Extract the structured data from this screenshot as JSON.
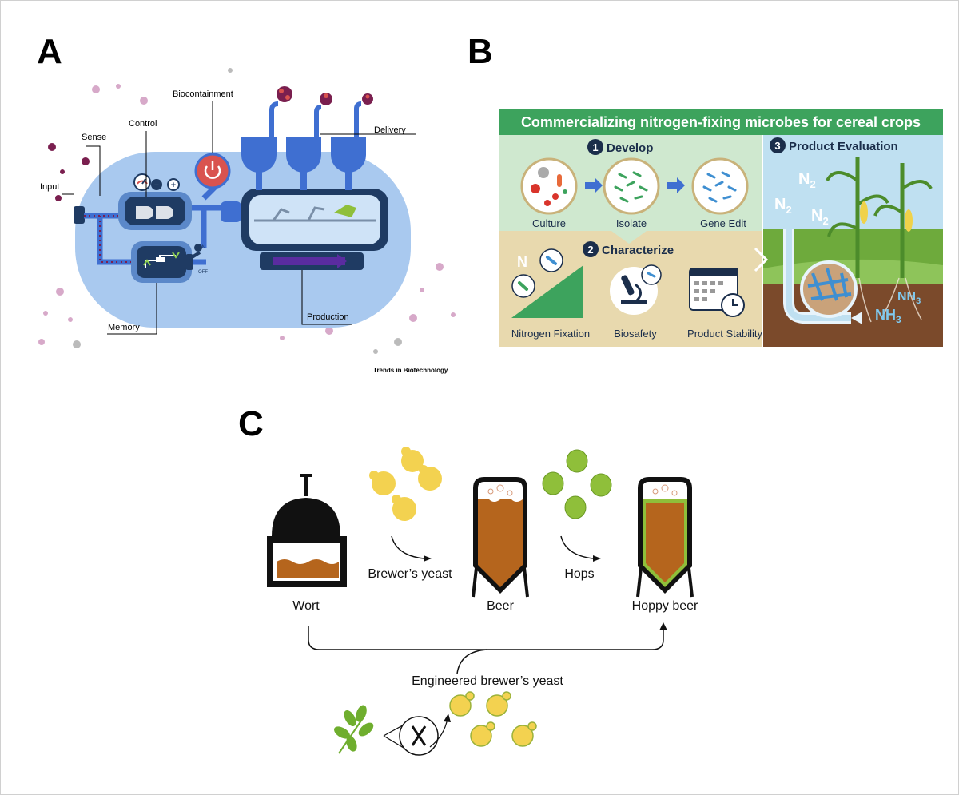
{
  "panel_a": {
    "letter": "A",
    "labels": {
      "input": "Input",
      "sense": "Sense",
      "control": "Control",
      "biocontainment": "Biocontainment",
      "delivery": "Delivery",
      "memory": "Memory",
      "production": "Production",
      "on": "ON",
      "off": "OFF",
      "minus": "−",
      "plus": "+"
    },
    "credit": "Trends in Biotechnology"
  },
  "panel_b": {
    "letter": "B",
    "title": "Commercializing nitrogen-fixing microbes for cereal crops",
    "steps": {
      "develop": {
        "number": "1",
        "label": "Develop"
      },
      "characterize": {
        "number": "2",
        "label": "Characterize"
      },
      "evaluation": {
        "number": "3",
        "label": "Product Evaluation"
      }
    },
    "develop_items": [
      "Culture",
      "Isolate",
      "Gene Edit"
    ],
    "characterize_items": [
      "Nitrogen Fixation",
      "Biosafety",
      "Product Stability"
    ],
    "n_label": "N",
    "chem": {
      "n2": "N",
      "n2_sub": "2",
      "nh3": "NH",
      "nh3_sub": "3"
    }
  },
  "panel_c": {
    "letter": "C",
    "labels": {
      "wort": "Wort",
      "brewers_yeast": "Brewer’s yeast",
      "beer": "Beer",
      "hops": "Hops",
      "hoppy_beer": "Hoppy beer",
      "engineered": "Engineered brewer’s yeast"
    }
  },
  "colors": {
    "a_body": "#a9c9ef",
    "a_pipe": "#3f6fd1",
    "a_dark": "#1f3b63",
    "a_red": "#d9534f",
    "b_green": "#3da35d",
    "b_navy": "#1b2e4b",
    "c_yeast": "#f3d250",
    "c_beer": "#b5651d",
    "c_hop": "#8fbf3a"
  }
}
